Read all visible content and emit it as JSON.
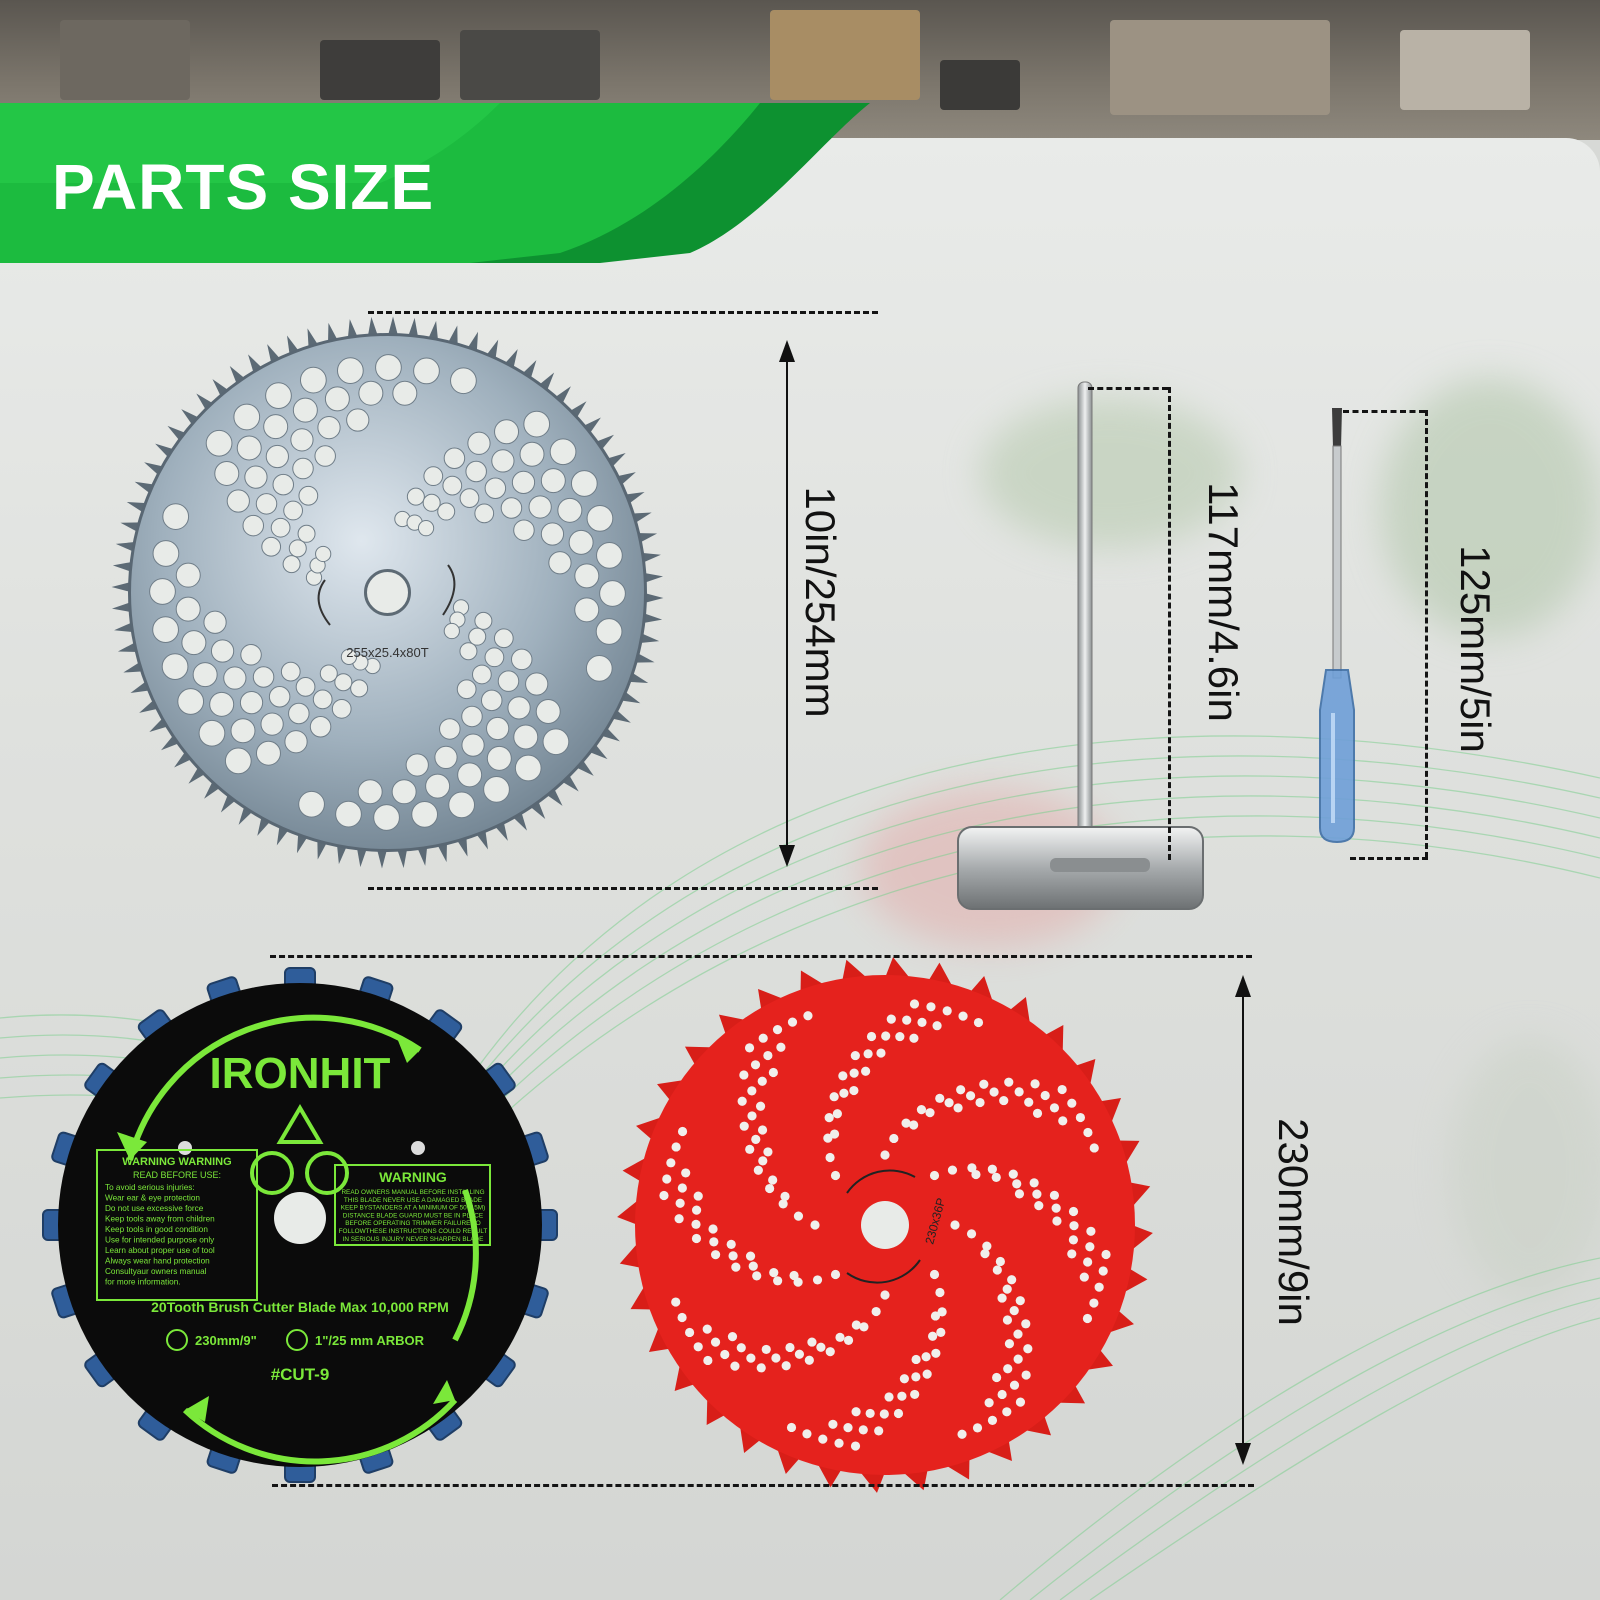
{
  "banner": {
    "title": "PARTS SIZE",
    "color": "#17b33a"
  },
  "parts": {
    "steel_blade": {
      "icon": "steel-80-tooth-blade",
      "engraving": "255x25.4x80T",
      "dimension_label": "10in/254mm"
    },
    "wrench": {
      "icon": "t-socket-wrench",
      "dimension_label": "117mm/4.6in"
    },
    "screwdriver": {
      "icon": "flathead-screwdriver",
      "dimension_label": "125mm/5in"
    },
    "chain_blade": {
      "icon": "chain-brush-cutter-blade",
      "brand": "IRONHIT",
      "warning_left_title": "WARNING WARNING",
      "warning_left_subtitle": "READ BEFORE USE:",
      "warning_left_lines": [
        "To avoid serious injuries:",
        "Wear ear & eye protection",
        "Do not use excessive force",
        "Keep tools away from children",
        "Keep tools in good condition",
        "Use for intended purpose only",
        "Learn about proper use of tool",
        "Always wear hand protection",
        "Consultyaur owners manual",
        "for more information."
      ],
      "warning_right_title": "WARNING",
      "warning_right_lines": [
        "READ OWNERS MANUAL BEFORE INSTALLING",
        "THIS BLADE NEVER USE A DAMAGED BLADE",
        "KEEP BYSTANDERS AT A MINIMUM OF 50 (15M)",
        "DISTANCE BLADE GUARD MUST BE IN PLACE",
        "BEFORE OPERATING TRIMMER FAILURE TO",
        "FOLLOWTHESE INSTRUCTIONS COULD RESULT",
        "IN SERIOUS INJURY NEVER SHARPEN BLADE"
      ],
      "spec_line": "20Tooth Brush Cutter Blade Max 10,000 RPM",
      "diameter": "230mm/9\"",
      "arbor": "1\"/25 mm  ARBOR",
      "model": "#CUT-9",
      "accent_color": "#7be83a"
    },
    "red_blade": {
      "icon": "red-36-tooth-blade",
      "engraving": "230x36P",
      "color": "#e5221d",
      "dimension_label": "230mm/9in"
    }
  }
}
